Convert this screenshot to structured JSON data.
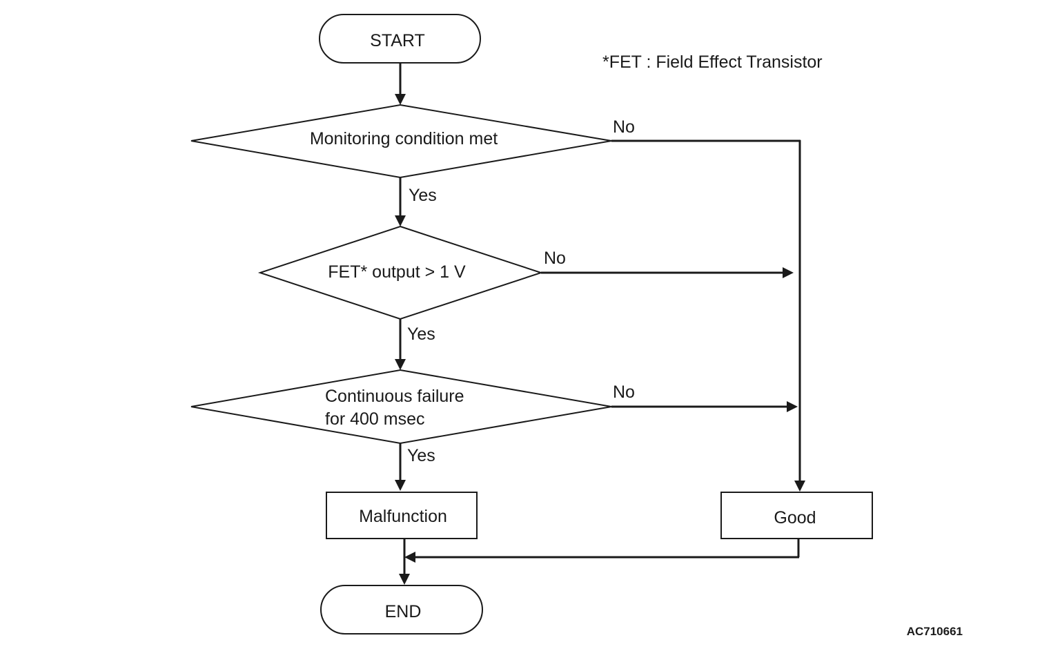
{
  "footnote": "*FET : Field Effect Transistor",
  "figure_code": "AC710661",
  "nodes": {
    "start": "START",
    "decision1": "Monitoring condition met",
    "decision2": "FET* output > 1 V",
    "decision3_line1": "Continuous failure",
    "decision3_line2": "for 400 msec",
    "malfunction": "Malfunction",
    "good": "Good",
    "end": "END"
  },
  "edges": {
    "d1_no": "No",
    "d1_yes": "Yes",
    "d2_no": "No",
    "d2_yes": "Yes",
    "d3_no": "No",
    "d3_yes": "Yes"
  },
  "colors": {
    "stroke": "#1a1a1a",
    "background": "#ffffff"
  }
}
